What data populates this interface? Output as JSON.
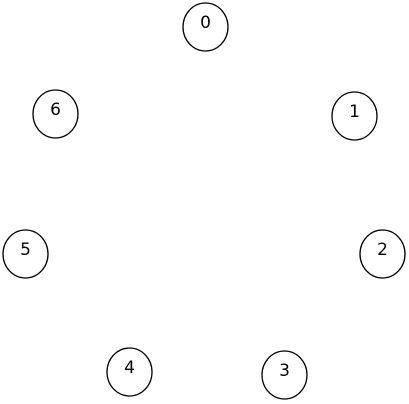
{
  "nodes": [
    {
      "label": "0"
    },
    {
      "label": "1"
    },
    {
      "label": "2"
    },
    {
      "label": "3"
    },
    {
      "label": "4"
    },
    {
      "label": "5"
    },
    {
      "label": "6"
    }
  ]
}
